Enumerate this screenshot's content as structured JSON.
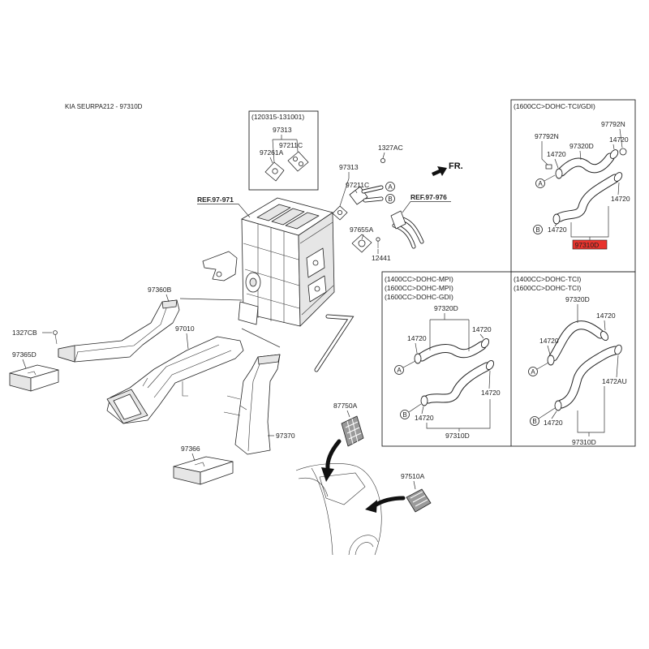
{
  "title": "KIA SEURPA212 - 97310D",
  "inset": {
    "range": "(120315-131001)",
    "parts": [
      "97313",
      "97211C",
      "97261A"
    ]
  },
  "main": {
    "direction": "FR.",
    "refs": [
      "REF.97-971",
      "REF.97-976"
    ],
    "connectors": [
      "A",
      "B"
    ],
    "parts": [
      "97313",
      "97211C",
      "1327AC",
      "97655A",
      "12441",
      "97360B",
      "1327CB",
      "97010",
      "97365D",
      "97370",
      "97366",
      "87750A",
      "97510A"
    ]
  },
  "variants": [
    {
      "conditions": [
        "(1600CC>DOHC-TCI/GDI)"
      ],
      "parts": [
        "97792N",
        "97792N",
        "14720",
        "14720",
        "97320D",
        "14720",
        "14720"
      ],
      "connectors": [
        "A",
        "B"
      ],
      "assembly": "97310D",
      "assembly_selected": true
    },
    {
      "conditions": [
        "(1400CC>DOHC-MPI)",
        "(1600CC>DOHC-MPI)",
        "(1600CC>DOHC-GDI)"
      ],
      "parts": [
        "97320D",
        "14720",
        "14720",
        "14720",
        "14720"
      ],
      "connectors": [
        "A",
        "B"
      ],
      "assembly": "97310D"
    },
    {
      "conditions": [
        "(1400CC>DOHC-TCI)",
        "(1600CC>DOHC-TCI)"
      ],
      "parts": [
        "97320D",
        "14720",
        "14720",
        "1472AU",
        "14720"
      ],
      "connectors": [
        "A",
        "B"
      ],
      "assembly": "97310D"
    }
  ],
  "colors": {
    "highlight": "#e8332d",
    "line": "#222222"
  }
}
